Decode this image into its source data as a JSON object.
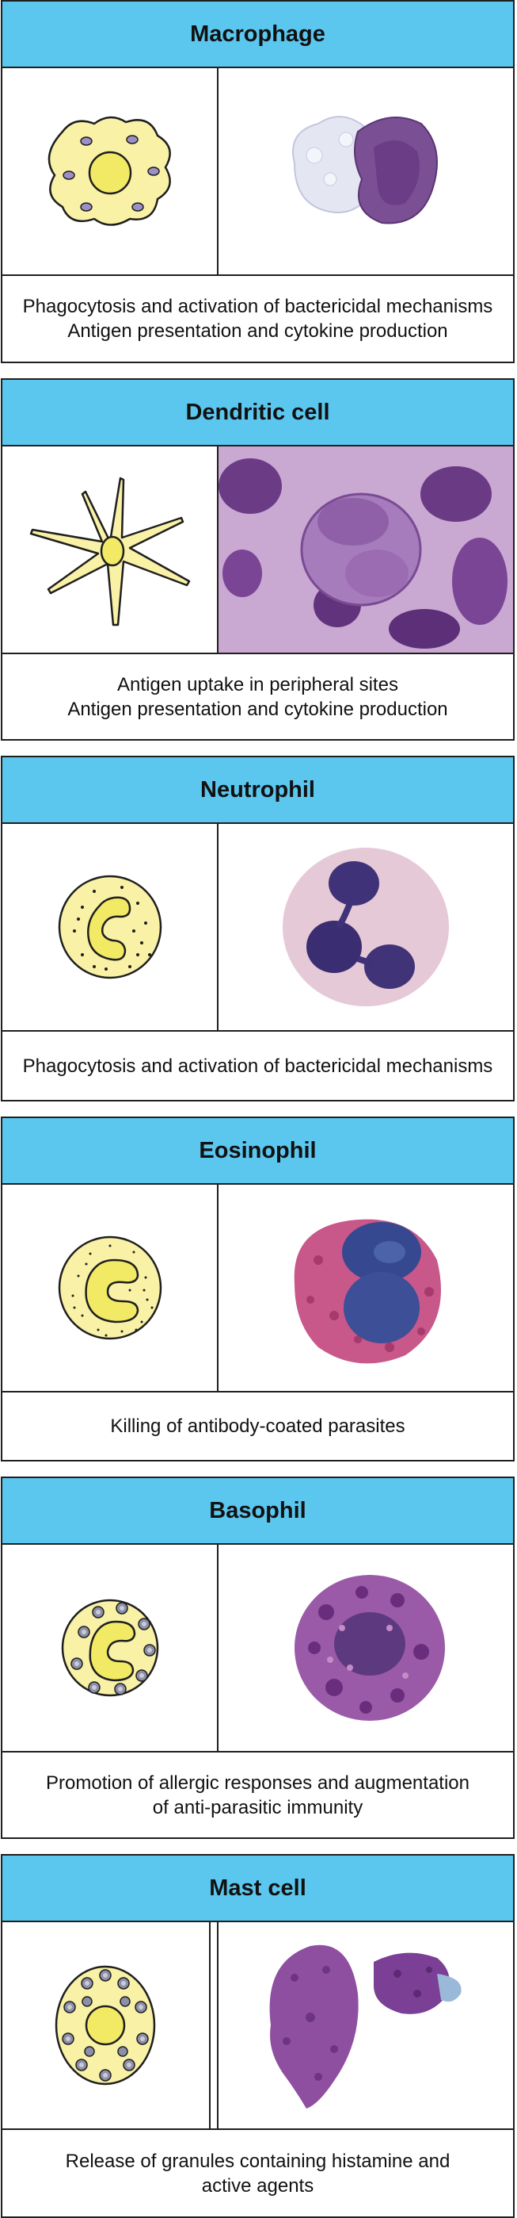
{
  "colors": {
    "header": "#5bc6ee",
    "cell_fill": "#f8f1a6",
    "nucleus_fill": "#f2ea64"
  },
  "cards": [
    {
      "title": "Macrophage",
      "description": [
        "Phagocytosis and activation of bactericidal mechanisms",
        "Antigen presentation and cytokine production"
      ]
    },
    {
      "title": "Dendritic cell",
      "description": [
        "Antigen uptake in peripheral sites",
        "Antigen presentation and cytokine production"
      ]
    },
    {
      "title": "Neutrophil",
      "description": [
        "Phagocytosis and activation of bactericidal mechanisms"
      ]
    },
    {
      "title": "Eosinophil",
      "description": [
        "Killing of antibody-coated parasites"
      ]
    },
    {
      "title": "Basophil",
      "description": [
        "Promotion of allergic responses and augmentation",
        "of anti-parasitic immunity"
      ]
    },
    {
      "title": "Mast cell",
      "description": [
        "Release of granules containing histamine and",
        "active agents"
      ]
    }
  ]
}
